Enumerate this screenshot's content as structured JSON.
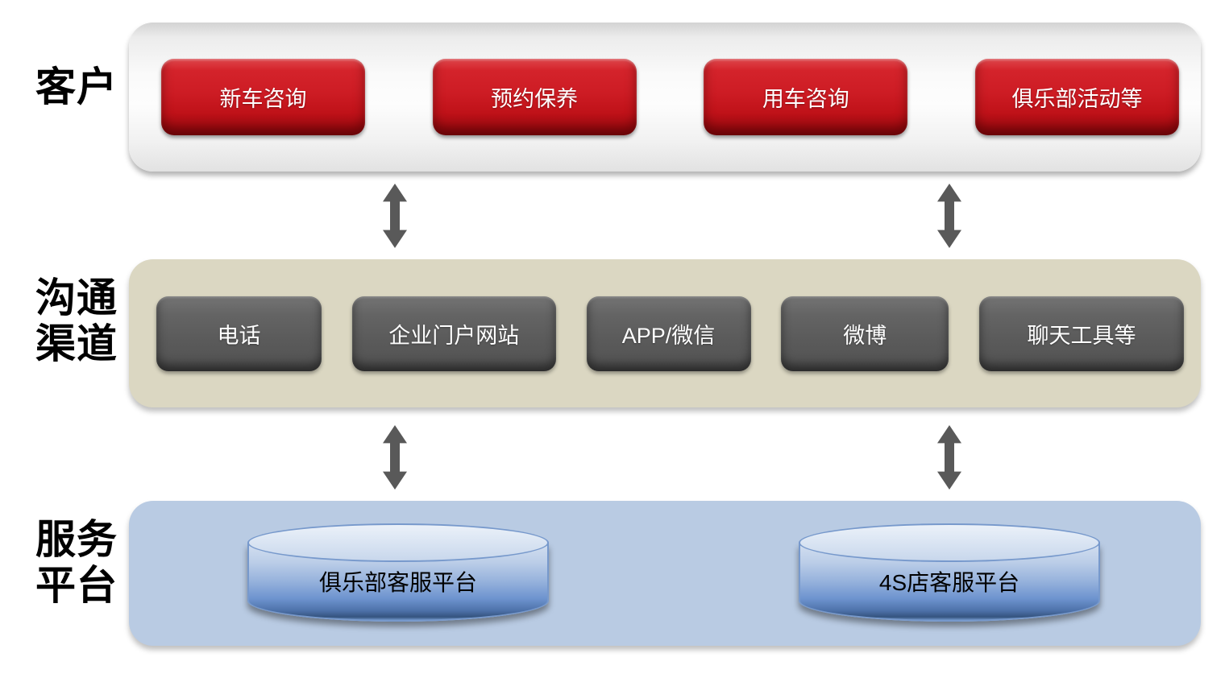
{
  "diagram": {
    "layers": [
      {
        "id": "customer",
        "label": "客户",
        "items": [
          "新车咨询",
          "预约保养",
          "用车咨询",
          "俱乐部活动等"
        ]
      },
      {
        "id": "channels",
        "label": "沟通\n渠道",
        "items": [
          "电话",
          "企业门户网站",
          "APP/微信",
          "微博",
          "聊天工具等"
        ]
      },
      {
        "id": "platform",
        "label": "服务\n平台",
        "items": [
          "俱乐部客服平台",
          "4S店客服平台"
        ]
      }
    ],
    "connectors": {
      "icon": "double-headed-vertical-arrow",
      "count": 4
    },
    "colors": {
      "customer_node": "#cd1c24",
      "channel_node": "#5a5a5a",
      "customer_band_top": "#d3d3d3",
      "customer_band_mid": "#fdfdfd",
      "channel_band": "#dbd7c2",
      "platform_band": "#b9cbe3",
      "cylinder_border": "#7799cc",
      "cylinder_dark": "#35547f",
      "cylinder_light": "#ebf1f9",
      "arrow": "#595959",
      "node_text": "#ffffff",
      "label_text": "#000000"
    }
  }
}
